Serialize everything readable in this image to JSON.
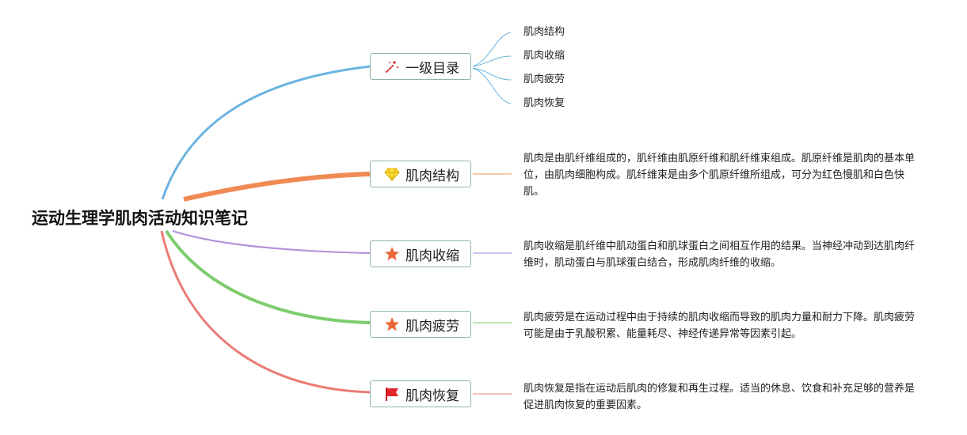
{
  "root": {
    "title": "运动生理学肌肉活动知识笔记"
  },
  "colors": {
    "branch_toc": "#6bb3e0",
    "branch_structure": "#f08a55",
    "branch_contraction": "#b08fd8",
    "branch_fatigue": "#7dcc6e",
    "branch_recovery": "#ec7b75",
    "topic_border": "#8fb5a8"
  },
  "topics": [
    {
      "icon": "magic-wand-icon",
      "label": "一级目录",
      "children": [
        "肌肉结构",
        "肌肉收缩",
        "肌肉疲劳",
        "肌肉恢复"
      ]
    },
    {
      "icon": "diamond-icon",
      "label": "肌肉结构",
      "text": "肌肉是由肌纤维组成的，肌纤维由肌原纤维和肌纤维束组成。肌原纤维是肌肉的基本单位，由肌肉细胞构成。肌纤维束是由多个肌原纤维所组成，可分为红色慢肌和白色快肌。"
    },
    {
      "icon": "star-icon",
      "label": "肌肉收缩",
      "text": "肌肉收缩是肌纤维中肌动蛋白和肌球蛋白之间相互作用的结果。当神经冲动到达肌肉纤维时，肌动蛋白与肌球蛋白结合，形成肌肉纤维的收缩。"
    },
    {
      "icon": "star-icon",
      "label": "肌肉疲劳",
      "text": "肌肉疲劳是在运动过程中由于持续的肌肉收缩而导致的肌肉力量和耐力下降。肌肉疲劳可能是由于乳酸积累、能量耗尽、神经传递异常等因素引起。"
    },
    {
      "icon": "red-flag-icon",
      "label": "肌肉恢复",
      "text": "肌肉恢复是指在运动后肌肉的修复和再生过程。适当的休息、饮食和补充足够的营养是促进肌肉恢复的重要因素。"
    }
  ]
}
